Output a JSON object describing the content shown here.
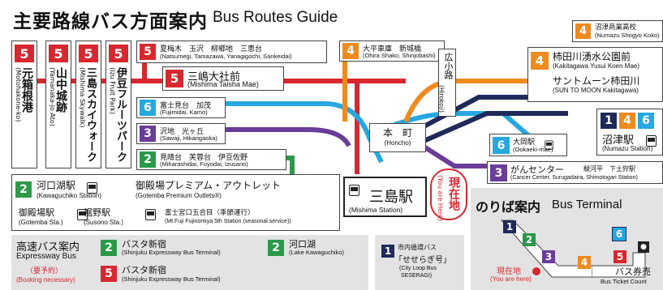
{
  "title": {
    "jp": "主要路線バス方面案内",
    "en": "Bus Routes Guide"
  },
  "colors": {
    "red": "#d7282f",
    "orange": "#ee8a1e",
    "blue": "#27a7e0",
    "purple": "#6a3d98",
    "green": "#2a9a48",
    "navy": "#1f2a5a",
    "grey": "#e3e3e3"
  },
  "left_routes": [
    {
      "num": "5",
      "jp": "元箱根港",
      "en": "(Motohakone-ko)"
    },
    {
      "num": "5",
      "jp": "山中城跡",
      "en": "(Yamanaka-jo Ato)"
    },
    {
      "num": "5",
      "jp": "三島スカイウォーク",
      "en": "(Mishima Skywalk)"
    },
    {
      "num": "5",
      "jp": "伊豆フルーツパーク",
      "en": "(Izu Fruit Park)"
    }
  ],
  "route_natsumegi": {
    "num": "5",
    "jp": "夏梅木　玉沢　柳郷地　三恵台",
    "en": "(Natsumegi, Tamazawa, Yanagigochi, Sankeidai)"
  },
  "route_taisha": {
    "num": "5",
    "jp": "三嶋大社前",
    "en": "(Mishima Taisha Mae)"
  },
  "route_fujimidai": {
    "num": "6",
    "jp": "富士見台　加茂",
    "en": "(Fujimidai, Kamo)"
  },
  "route_sawaji": {
    "num": "3",
    "jp": "沢地　光ヶ丘",
    "en": "(Sawaji, Hikarigaoka)"
  },
  "route_miharashi": {
    "num": "2",
    "jp": "見晴台　芙蓉台　伊豆佐野",
    "en": "(Miharashidai, Fuyodai, Izusano)"
  },
  "route_ohira": {
    "num": "4",
    "jp": "大平車庫　新城橋",
    "en": "(Ohira Shako, Shinjobashi)"
  },
  "route_shogyo": {
    "num": "4",
    "jp": "沼津商業高校",
    "en": "(Numazu Shogyo Koko)"
  },
  "route_kakitagawa": {
    "num": "4",
    "jp": "柿田川湧水公園前",
    "en": "(Kakitagawa Yusui Koen Mae)",
    "jp2": "サントムーン柿田川",
    "en2": "(SUN TO MOON Kakitagawa)"
  },
  "route_numazu": {
    "nums": [
      "1",
      "4",
      "6"
    ],
    "jp": "沼津駅",
    "en": "(Numazu Station)"
  },
  "route_ooka": {
    "num": "6",
    "jp": "大岡駅",
    "en": "(Ookaeki-mae)"
  },
  "route_cancer": {
    "num": "3",
    "jp": "がんセンター",
    "jp_sub": "駿河平　下土狩駅",
    "en": "(Cancer Center, Surugadaira, Shimotogari Station)"
  },
  "route_kawaguchiko": {
    "num": "2",
    "jp": "河口湖駅",
    "en": "(Kawaguchiko Station)",
    "jp2": "御殿場プレミアム・アウトレット",
    "en2": "(Gotemba Premium Outlets®)"
  },
  "route_gotemba": {
    "jp": "御殿場駅",
    "en": "(Gotemba Sta.)",
    "jp2": "裾野駅",
    "en2": "(Susono Sta.)",
    "jp3": "富士宮口五合目（季節運行）",
    "en3": "(Mt.Fuji Fujinomiya 5th Station (seasonal service))"
  },
  "honcho": {
    "jp": "本　町",
    "en": "(Honcho)"
  },
  "hirokoji": {
    "jp": "広小路",
    "en": "(Hirokoji)"
  },
  "station": {
    "jp": "三島駅",
    "en": "(Mishima Station)"
  },
  "you_are_here": {
    "jp": "現在地",
    "en": "(You are Here)"
  },
  "terminal": {
    "jp": "のりば案内",
    "en": "Bus Terminal",
    "here_jp": "現在地",
    "here_en": "(You are here)",
    "ticket_jp": "バス券売",
    "ticket_en": "Bus Ticket Count",
    "bays": [
      "1",
      "2",
      "3",
      "4",
      "5",
      "6"
    ]
  },
  "express": {
    "jp": "高速バス案内",
    "en": "Expressway Bus",
    "reserve_jp": "（要予約）",
    "reserve_en": "(Booking necessary)",
    "row1": {
      "num": "2",
      "jp": "バスタ新宿",
      "en": "(Shinjuku Expressway Bus Terminal)"
    },
    "row2": {
      "num": "5",
      "jp": "バスタ新宿",
      "en": "(Shinjuku Expressway Bus Terminal)"
    },
    "row3": {
      "num": "2",
      "jp": "河口湖",
      "en": "(Lake Kawaguchiko)"
    },
    "loop": {
      "num": "1",
      "jp1": "市内循環バス",
      "jp2": "「せせらぎ号」",
      "en1": "(City Loop Bus",
      "en2": "SESERAGI)"
    }
  }
}
